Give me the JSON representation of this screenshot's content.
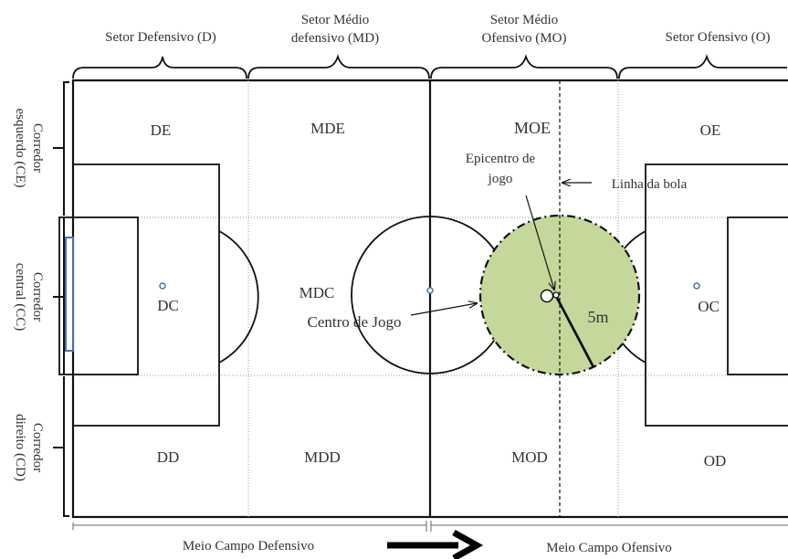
{
  "sectors": {
    "defensivo": "Setor Defensivo (D)",
    "medio_defensivo_1": "Setor Médio",
    "medio_defensivo_2": "defensivo (MD)",
    "medio_ofensivo_1": "Setor Médio",
    "medio_ofensivo_2": "Ofensivo (MO)",
    "ofensivo": "Setor Ofensivo (O)"
  },
  "corridors": {
    "esquerdo_1": "Corredor",
    "esquerdo_2": "esquerdo (CE)",
    "central_1": "Corredor",
    "central_2": "central (CC)",
    "direito_1": "Corredor",
    "direito_2": "direito (CD)"
  },
  "zones": {
    "DE": "DE",
    "MDE": "MDE",
    "MOE": "MOE",
    "OE": "OE",
    "DC": "DC",
    "MDC": "MDC",
    "OC": "OC",
    "DD": "DD",
    "MDD": "MDD",
    "MOD": "MOD",
    "OD": "OD"
  },
  "annotations": {
    "epicentro_1": "Epicentro de",
    "epicentro_2": "jogo",
    "linha_bola": "Linha da bola",
    "centro_jogo": "Centro de Jogo",
    "raio": "5m"
  },
  "halves": {
    "defensivo": "Meio Campo Defensivo",
    "ofensivo": "Meio Campo Ofensivo"
  },
  "colors": {
    "line": "#111111",
    "text": "#333333",
    "grid_dots": "#999999",
    "green_circle": "#c5d89b",
    "goal_blue": "#4f6fa8",
    "arrow": "#000000"
  }
}
